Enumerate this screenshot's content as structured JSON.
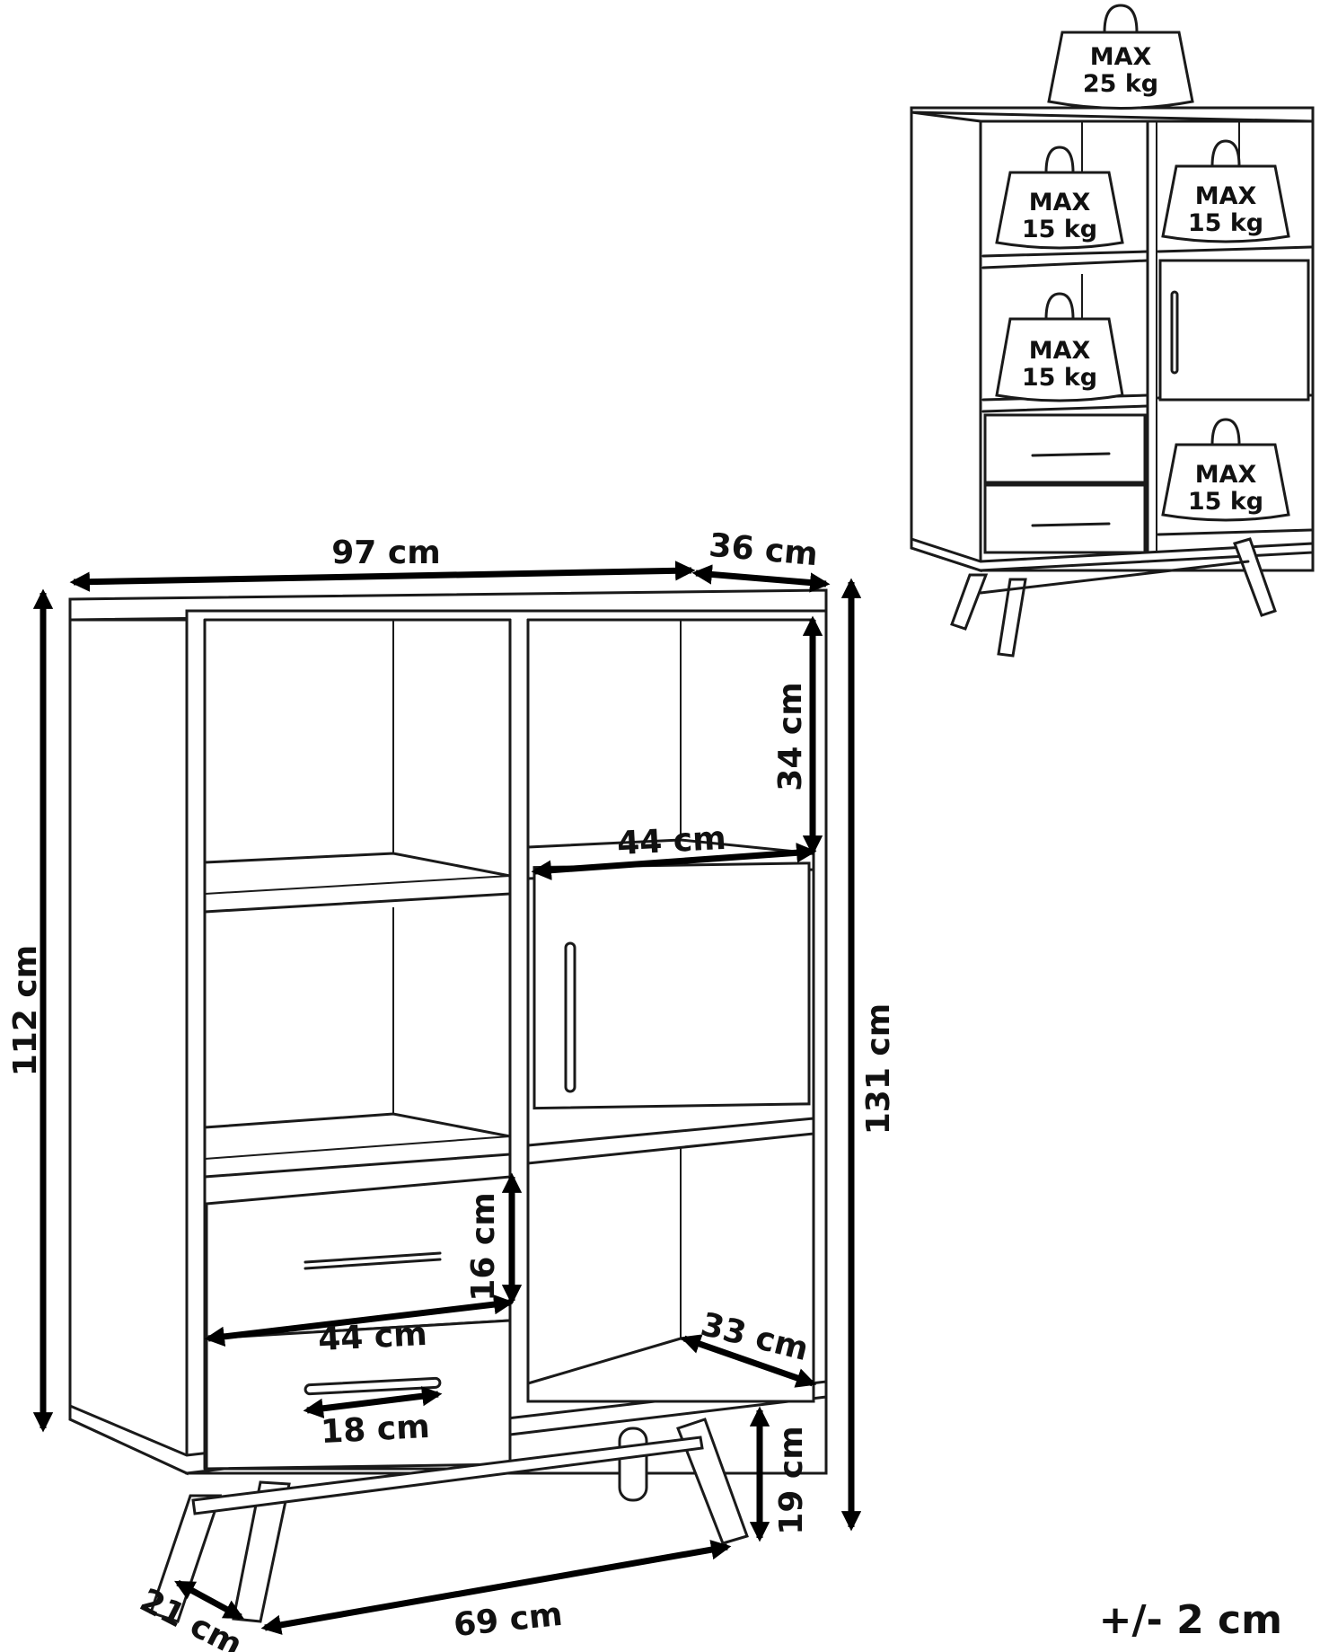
{
  "dimensions": {
    "width": "97 cm",
    "depth": "36 cm",
    "height_body": "112 cm",
    "height_total": "131 cm",
    "compartment_height": "34 cm",
    "door_width": "44 cm",
    "drawer_height": "16 cm",
    "drawer_width": "44 cm",
    "handle_length": "18 cm",
    "compartment_depth": "33 cm",
    "leg_height": "19 cm",
    "leg_span_width": "69 cm",
    "leg_span_depth": "21 cm"
  },
  "load_limits": [
    {
      "max": "MAX",
      "weight": "25 kg"
    },
    {
      "max": "MAX",
      "weight": "15 kg"
    },
    {
      "max": "MAX",
      "weight": "15 kg"
    },
    {
      "max": "MAX",
      "weight": "15 kg"
    },
    {
      "max": "MAX",
      "weight": "15 kg"
    }
  ],
  "tolerance": "+/- 2 cm"
}
